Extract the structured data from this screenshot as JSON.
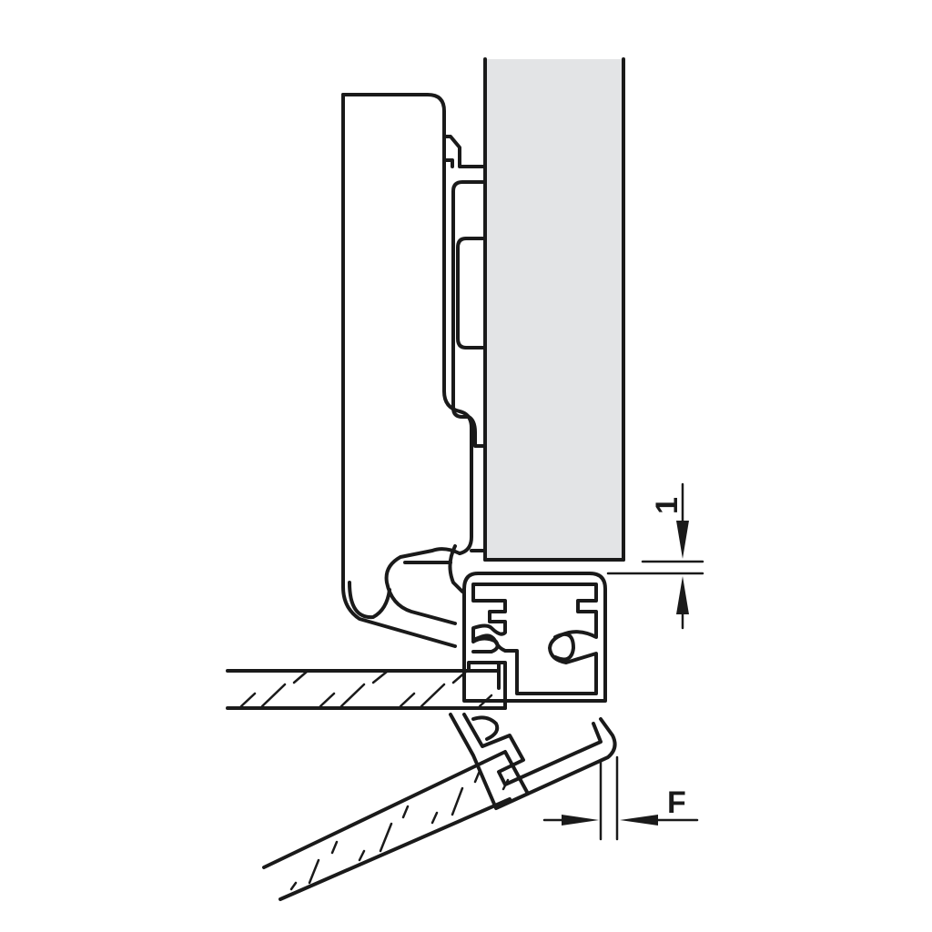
{
  "diagram": {
    "type": "technical-drawing",
    "subject": "concealed hinge with aluminium frame profile cross-section",
    "colors": {
      "line": "#1a1a1a",
      "panel_fill": "#e3e4e6",
      "background": "#ffffff"
    },
    "dimensions": {
      "vertical_gap": {
        "label": "1"
      },
      "horizontal_offset": {
        "label": "F"
      }
    }
  }
}
